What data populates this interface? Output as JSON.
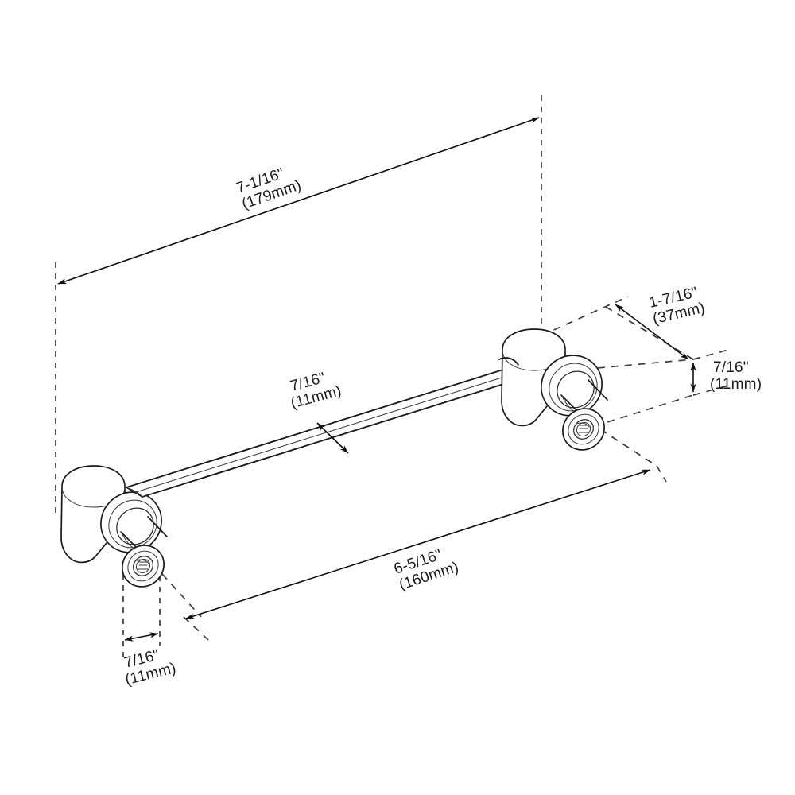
{
  "drawing": {
    "title": "Cabinet Bar Pull Dimensional Drawing",
    "type": "isometric-technical-dimension-drawing",
    "background_color": "#ffffff",
    "line_color": "#1a1a1a",
    "units": "inches and millimeters",
    "part": {
      "name": "bar pull handle",
      "components": [
        "left mounting post",
        "left screw head",
        "center tube bar",
        "right mounting post",
        "right screw head"
      ]
    }
  },
  "dimensions": {
    "overall_length": {
      "name": "overall-length",
      "imperial": "7-1/16\"",
      "metric": "(179mm)",
      "value_in": 7.0625,
      "value_mm": 179,
      "arrow_style": "double-ended",
      "position": "top"
    },
    "center_to_center": {
      "name": "center-to-center",
      "imperial": "6-5/16\"",
      "metric": "(160mm)",
      "value_in": 6.3125,
      "value_mm": 160,
      "arrow_style": "double-ended",
      "position": "bottom-center"
    },
    "projection": {
      "name": "projection-depth",
      "imperial": "1-7/16\"",
      "metric": "(37mm)",
      "value_in": 1.4375,
      "value_mm": 37,
      "arrow_style": "double-ended",
      "position": "upper-right"
    },
    "bar_diameter": {
      "name": "bar-diameter",
      "imperial": "7/16\"",
      "metric": "(11mm)",
      "value_in": 0.4375,
      "value_mm": 11,
      "arrow_style": "double-ended",
      "position": "center"
    },
    "post_diameter_right": {
      "name": "post-diameter-right",
      "imperial": "7/16\"",
      "metric": "(11mm)",
      "value_in": 0.4375,
      "value_mm": 11,
      "arrow_style": "double-ended",
      "position": "right"
    },
    "post_diameter_left": {
      "name": "post-diameter-left",
      "imperial": "7/16\"",
      "metric": "(11mm)",
      "value_in": 0.4375,
      "value_mm": 11,
      "arrow_style": "double-ended",
      "position": "bottom-left"
    }
  }
}
